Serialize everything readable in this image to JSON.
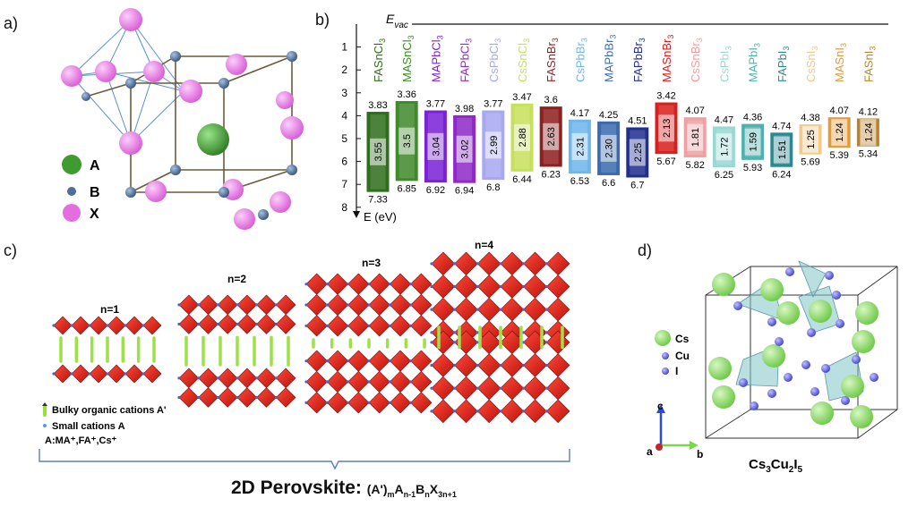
{
  "panel_a": {
    "label": "a)",
    "legend": [
      {
        "key": "A",
        "color": "#3f9a2f"
      },
      {
        "key": "B",
        "color": "#4d6f9a"
      },
      {
        "key": "X",
        "color": "#e46ee0"
      }
    ]
  },
  "panel_b": {
    "label": "b)",
    "evac_label": "E",
    "evac_sub": "vac",
    "axis_label": "E (eV)",
    "ticks": [
      "1",
      "2",
      "3",
      "4",
      "5",
      "6",
      "7",
      "8"
    ],
    "materials": [
      {
        "name": "FASnCl",
        "sub": "3",
        "top": "3.83",
        "gap": "3.55",
        "bottom": "7.33",
        "color": "#2f6e1c",
        "ntop": 3.83,
        "nbot": 7.33
      },
      {
        "name": "MASnCl",
        "sub": "3",
        "top": "3.36",
        "gap": "3.5",
        "bottom": "6.85",
        "color": "#3f8a2a",
        "ntop": 3.36,
        "nbot": 6.85
      },
      {
        "name": "MAPbCl",
        "sub": "3",
        "top": "3.77",
        "gap": "3.04",
        "bottom": "6.92",
        "color": "#7b22d6",
        "ntop": 3.77,
        "nbot": 6.92
      },
      {
        "name": "FAPbCl",
        "sub": "3",
        "top": "3.98",
        "gap": "3.02",
        "bottom": "6.94",
        "color": "#8f2ac9",
        "ntop": 3.98,
        "nbot": 6.94
      },
      {
        "name": "CsPbCl",
        "sub": "3",
        "top": "3.77",
        "gap": "2.99",
        "bottom": "6.8",
        "color": "#a8a8f0",
        "ntop": 3.77,
        "nbot": 6.8
      },
      {
        "name": "CsSnCl",
        "sub": "3",
        "top": "3.47",
        "gap": "2.88",
        "bottom": "6.44",
        "color": "#c7e05c",
        "ntop": 3.47,
        "nbot": 6.44
      },
      {
        "name": "FASnBr",
        "sub": "3",
        "top": "3.6",
        "gap": "2.63",
        "bottom": "6.23",
        "color": "#8e1f1f",
        "ntop": 3.6,
        "nbot": 6.23
      },
      {
        "name": "CsPbBr",
        "sub": "3",
        "top": "4.17",
        "gap": "2.31",
        "bottom": "6.53",
        "color": "#6fb6ea",
        "ntop": 4.17,
        "nbot": 6.53
      },
      {
        "name": "MAPbBr",
        "sub": "3",
        "top": "4.25",
        "gap": "2.30",
        "bottom": "6.6",
        "color": "#3c6aae",
        "ntop": 4.25,
        "nbot": 6.6
      },
      {
        "name": "FAPbBr",
        "sub": "3",
        "top": "4.51",
        "gap": "2.25",
        "bottom": "6.7",
        "color": "#202f8e",
        "ntop": 4.51,
        "nbot": 6.7
      },
      {
        "name": "MASnBr",
        "sub": "3",
        "top": "3.42",
        "gap": "2.13",
        "bottom": "5.67",
        "color": "#d8201e",
        "ntop": 3.42,
        "nbot": 5.67
      },
      {
        "name": "CsSnBr",
        "sub": "3",
        "top": "4.07",
        "gap": "1.81",
        "bottom": "5.82",
        "color": "#f0a0a0",
        "ntop": 4.07,
        "nbot": 5.82
      },
      {
        "name": "CsPbI",
        "sub": "3",
        "top": "4.47",
        "gap": "1.72",
        "bottom": "6.25",
        "color": "#9ad8d4",
        "ntop": 4.47,
        "nbot": 6.25
      },
      {
        "name": "MAPbI",
        "sub": "3",
        "top": "4.36",
        "gap": "1.59",
        "bottom": "5.93",
        "color": "#4fb0ae",
        "ntop": 4.36,
        "nbot": 5.93
      },
      {
        "name": "FAPbI",
        "sub": "3",
        "top": "4.74",
        "gap": "1.51",
        "bottom": "6.24",
        "color": "#2c8890",
        "ntop": 4.74,
        "nbot": 6.24
      },
      {
        "name": "CsSnI",
        "sub": "3",
        "top": "4.38",
        "gap": "1.25",
        "bottom": "5.69",
        "color": "#f2c98a",
        "ntop": 4.38,
        "nbot": 5.69
      },
      {
        "name": "MASnI",
        "sub": "3",
        "top": "4.07",
        "gap": "1.24",
        "bottom": "5.39",
        "color": "#e39a3a",
        "ntop": 4.07,
        "nbot": 5.39
      },
      {
        "name": "FASnI",
        "sub": "3",
        "top": "4.12",
        "gap": "1.24",
        "bottom": "5.34",
        "color": "#b9832d",
        "ntop": 4.12,
        "nbot": 5.34
      }
    ]
  },
  "panel_c": {
    "label": "c)",
    "layers": [
      {
        "label": "n=1"
      },
      {
        "label": "n=2"
      },
      {
        "label": "n=3"
      },
      {
        "label": "n=4"
      }
    ],
    "legend_bulky": "Bulky organic cations A'",
    "legend_small": "Small  cations A",
    "legend_small_sub": "A:MA⁺,FA⁺,Cs⁺",
    "title_main": "2D Perovskite: ",
    "formula": {
      "p1": "(A')",
      "s1": "m",
      "p2": "A",
      "s2": "n-1",
      "p3": "B",
      "s3": "n",
      "p4": "X",
      "s4": "3n+1"
    }
  },
  "panel_d": {
    "label": "d)",
    "legend": [
      {
        "name": "Cs",
        "color": "#8fe06a"
      },
      {
        "name": "Cu",
        "color": "#3a55d8"
      },
      {
        "name": "I",
        "color": "#6a6ce8"
      }
    ],
    "axis_c": "c",
    "axis_a": "a",
    "axis_b": "b",
    "formula": {
      "p1": "Cs",
      "s1": "3",
      "p2": "Cu",
      "s2": "2",
      "p3": "I",
      "s3": "5"
    }
  }
}
